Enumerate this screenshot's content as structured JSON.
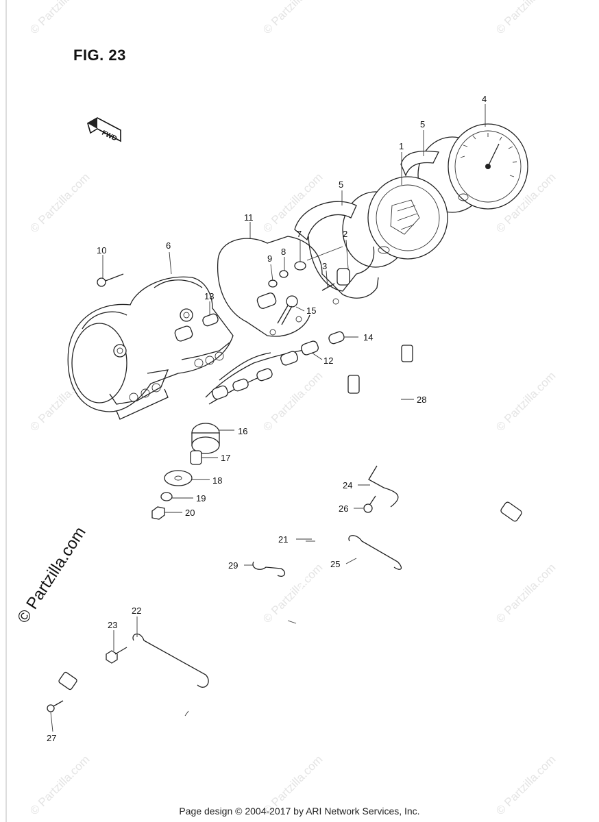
{
  "figure": {
    "title": "FIG. 23",
    "forward_label": "FWD"
  },
  "footer": {
    "text": "Page design © 2004-2017 by ARI Network Services, Inc."
  },
  "side_credit": "© Partzilla.com",
  "watermark": "© Partzilla.com",
  "callouts": [
    {
      "label": "1"
    },
    {
      "label": "2"
    },
    {
      "label": "3"
    },
    {
      "label": "4"
    },
    {
      "label": "5"
    },
    {
      "label": "5"
    },
    {
      "label": "6"
    },
    {
      "label": "7"
    },
    {
      "label": "8"
    },
    {
      "label": "9"
    },
    {
      "label": "10"
    },
    {
      "label": "11"
    },
    {
      "label": "12"
    },
    {
      "label": "13"
    },
    {
      "label": "14"
    },
    {
      "label": "15"
    },
    {
      "label": "16"
    },
    {
      "label": "17"
    },
    {
      "label": "18"
    },
    {
      "label": "19"
    },
    {
      "label": "20"
    },
    {
      "label": "21"
    },
    {
      "label": "22"
    },
    {
      "label": "23"
    },
    {
      "label": "24"
    },
    {
      "label": "25"
    },
    {
      "label": "26"
    },
    {
      "label": "27"
    },
    {
      "label": "28"
    },
    {
      "label": "29"
    }
  ]
}
